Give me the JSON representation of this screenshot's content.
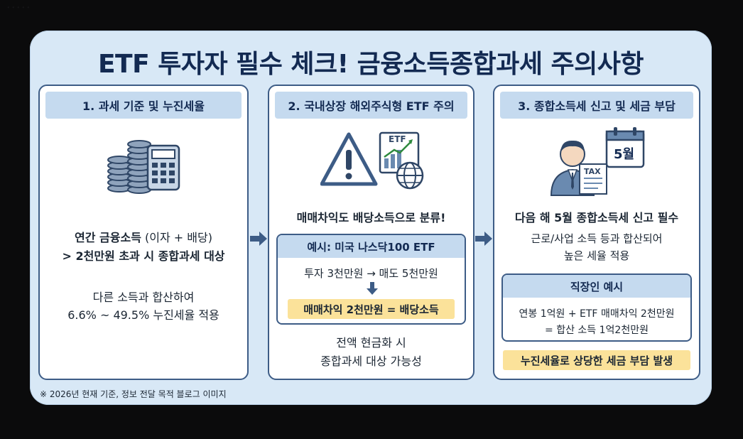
{
  "title": "ETF 투자자 필수 체크! 금융소득종합과세 주의사항",
  "panel1": {
    "heading": "1. 과세 기준 및 누진세율",
    "icon": "coins-calculator-icon",
    "line1_bold": "연간 금융소득",
    "line1_rest": " (이자 + 배당)",
    "line2": "> 2천만원 초과 시 종합과세 대상",
    "line3": "다른 소득과 합산하여",
    "line4": "6.6% ~ 49.5% 누진세율 적용"
  },
  "panel2": {
    "heading": "2. 국내상장 해외주식형 ETF 주의",
    "icon": "warning-etf-globe-icon",
    "icon_etf_label": "ETF",
    "classify": "매매차익도 배당소득으로 분류!",
    "example_heading": "예시: 미국 나스닥100 ETF",
    "example_line": "투자 3천만원 → 매도 5천만원",
    "example_result": "매매차익 2천만원 = 배당소득",
    "line_a": "전액 현금화 시",
    "line_b": "종합과세 대상 가능성"
  },
  "panel3": {
    "heading": "3. 종합소득세 신고 및 세금 부담",
    "icon": "person-tax-calendar-icon",
    "icon_tax_label": "TAX",
    "icon_month_label": "5월",
    "filing": "다음 해 5월 종합소득세 신고 필수",
    "line_a": "근로/사업 소득 등과 합산되어",
    "line_b": "높은 세율 적용",
    "example_heading": "직장인 예시",
    "example_line1": "연봉 1억원 + ETF 매매차익 2천만원",
    "example_line2": "= 합산 소득 1억2천만원",
    "result": "누진세율로 상당한 세금 부담 발생"
  },
  "footnote": "※ 2026년 현재 기준, 정보 전달 목적 블로그 이미지",
  "colors": {
    "card_bg": "#d8e8f6",
    "navy": "#132a52",
    "head_bg": "#c5daef",
    "highlight": "#fbe29a",
    "arrow": "#3d5c86"
  }
}
